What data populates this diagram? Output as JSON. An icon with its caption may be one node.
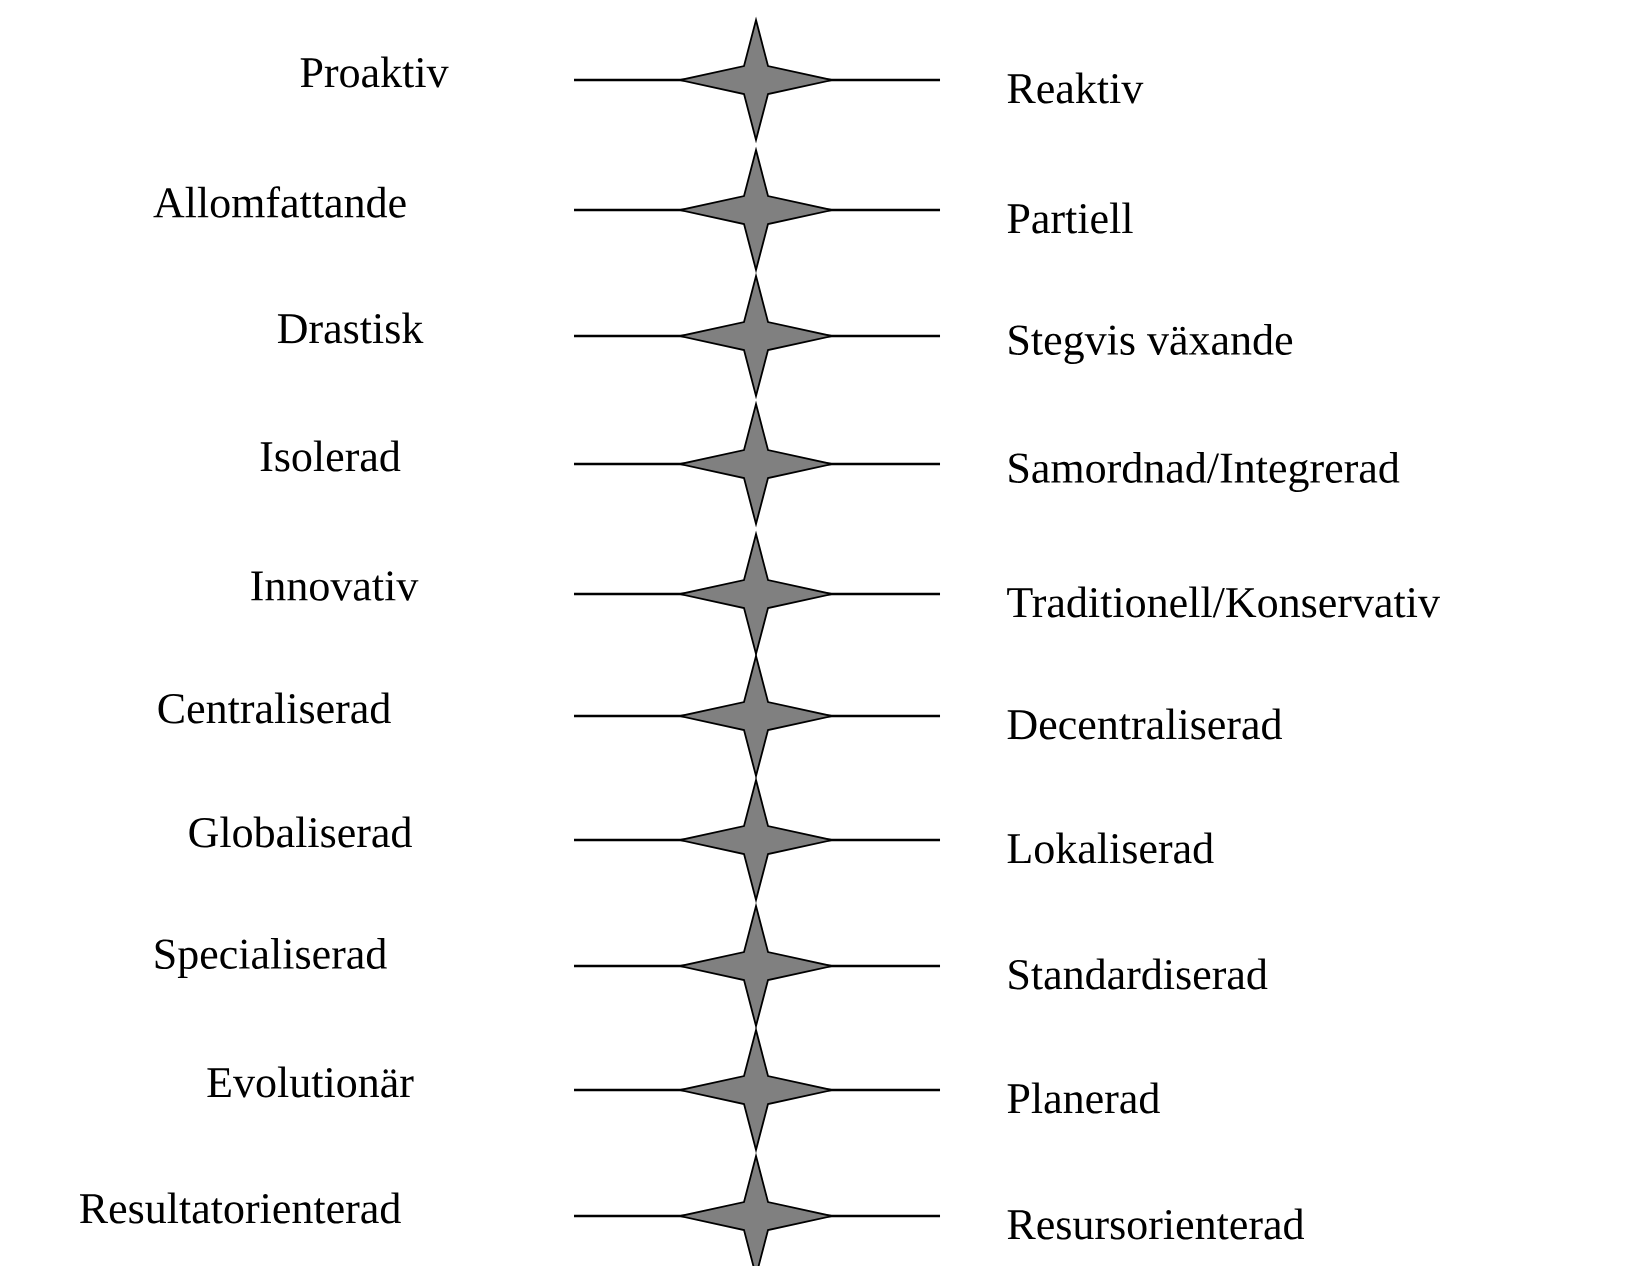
{
  "diagram": {
    "labels": [
      "Proaktiv",
      "Reaktiv",
      "Allomfattande",
      "Partiell",
      "Drastisk",
      "Stegvis växande",
      "Isolerad",
      "Samordnad/Integrerad",
      "Innovativ",
      "Traditionell/Konservativ",
      "Centraliserad",
      "Decentraliserad",
      "Globaliserad",
      "Lokaliserad",
      "Specialiserad",
      "Standardiserad",
      "Evolutionär",
      "Planerad",
      "Resultatorienterad",
      "Resursorienterad"
    ]
  }
}
